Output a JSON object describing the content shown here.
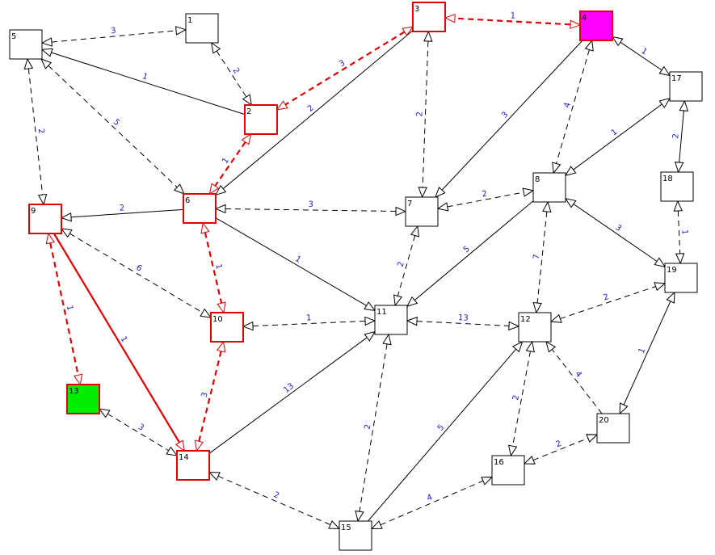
{
  "colors": {
    "edge": "#000000",
    "highlight": "#dd0000",
    "weight_text": "#1a1acc",
    "node_fill": "#ffffff",
    "start_node_fill": "#ff00ff",
    "goal_node_fill": "#00ee00"
  },
  "nodes": [
    {
      "id": "1",
      "fill": "normal",
      "highlight": false
    },
    {
      "id": "2",
      "fill": "normal",
      "highlight": true
    },
    {
      "id": "3",
      "fill": "normal",
      "highlight": true
    },
    {
      "id": "4",
      "fill": "start",
      "highlight": true
    },
    {
      "id": "5",
      "fill": "normal",
      "highlight": false
    },
    {
      "id": "6",
      "fill": "normal",
      "highlight": true
    },
    {
      "id": "7",
      "fill": "normal",
      "highlight": false
    },
    {
      "id": "8",
      "fill": "normal",
      "highlight": false
    },
    {
      "id": "9",
      "fill": "normal",
      "highlight": true
    },
    {
      "id": "10",
      "fill": "normal",
      "highlight": true
    },
    {
      "id": "11",
      "fill": "normal",
      "highlight": false
    },
    {
      "id": "12",
      "fill": "normal",
      "highlight": false
    },
    {
      "id": "13",
      "fill": "goal",
      "highlight": true
    },
    {
      "id": "14",
      "fill": "normal",
      "highlight": true
    },
    {
      "id": "15",
      "fill": "normal",
      "highlight": false
    },
    {
      "id": "16",
      "fill": "normal",
      "highlight": false
    },
    {
      "id": "17",
      "fill": "normal",
      "highlight": false
    },
    {
      "id": "18",
      "fill": "normal",
      "highlight": false
    },
    {
      "id": "19",
      "fill": "normal",
      "highlight": false
    },
    {
      "id": "20",
      "fill": "normal",
      "highlight": false
    }
  ],
  "edges": [
    {
      "from": "5",
      "to": "1",
      "weight": "3",
      "style": "dashed",
      "arrows": "both",
      "highlight": false
    },
    {
      "from": "1",
      "to": "2",
      "weight": "2",
      "style": "dashed",
      "arrows": "both",
      "highlight": false
    },
    {
      "from": "2",
      "to": "5",
      "weight": "1",
      "style": "solid",
      "arrows": "to",
      "highlight": false
    },
    {
      "from": "3",
      "to": "2",
      "weight": "3",
      "style": "dashed",
      "arrows": "both",
      "highlight": true
    },
    {
      "from": "4",
      "to": "3",
      "weight": "1",
      "style": "dashed",
      "arrows": "both",
      "highlight": true
    },
    {
      "from": "3",
      "to": "6",
      "weight": "2",
      "style": "solid",
      "arrows": "to",
      "highlight": false
    },
    {
      "from": "3",
      "to": "7",
      "weight": "2",
      "style": "dashed",
      "arrows": "both",
      "highlight": false
    },
    {
      "from": "4",
      "to": "7",
      "weight": "3",
      "style": "solid",
      "arrows": "to",
      "highlight": false
    },
    {
      "from": "4",
      "to": "8",
      "weight": "4",
      "style": "dashed",
      "arrows": "both",
      "highlight": false
    },
    {
      "from": "4",
      "to": "17",
      "weight": "1",
      "style": "solid",
      "arrows": "both",
      "highlight": false
    },
    {
      "from": "5",
      "to": "9",
      "weight": "2",
      "style": "dashed",
      "arrows": "both",
      "highlight": false
    },
    {
      "from": "5",
      "to": "6",
      "weight": "5",
      "style": "dashed",
      "arrows": "both",
      "highlight": false
    },
    {
      "from": "2",
      "to": "6",
      "weight": "1",
      "style": "dashed",
      "arrows": "both",
      "highlight": true
    },
    {
      "from": "6",
      "to": "9",
      "weight": "2",
      "style": "solid",
      "arrows": "to",
      "highlight": false
    },
    {
      "from": "6",
      "to": "7",
      "weight": "3",
      "style": "dashed",
      "arrows": "both",
      "highlight": false
    },
    {
      "from": "6",
      "to": "10",
      "weight": "1",
      "style": "dashed",
      "arrows": "both",
      "highlight": true
    },
    {
      "from": "6",
      "to": "11",
      "weight": "1",
      "style": "solid",
      "arrows": "to",
      "highlight": false
    },
    {
      "from": "7",
      "to": "8",
      "weight": "2",
      "style": "dashed",
      "arrows": "both",
      "highlight": false
    },
    {
      "from": "7",
      "to": "11",
      "weight": "2",
      "style": "dashed",
      "arrows": "both",
      "highlight": false
    },
    {
      "from": "17",
      "to": "8",
      "weight": "1",
      "style": "solid",
      "arrows": "both",
      "highlight": false
    },
    {
      "from": "8",
      "to": "11",
      "weight": "5",
      "style": "solid",
      "arrows": "to",
      "highlight": false
    },
    {
      "from": "8",
      "to": "12",
      "weight": "7",
      "style": "dashed",
      "arrows": "both",
      "highlight": false
    },
    {
      "from": "8",
      "to": "19",
      "weight": "3",
      "style": "solid",
      "arrows": "both",
      "highlight": false
    },
    {
      "from": "17",
      "to": "18",
      "weight": "2",
      "style": "solid",
      "arrows": "both",
      "highlight": false
    },
    {
      "from": "18",
      "to": "19",
      "weight": "1",
      "style": "dashed",
      "arrows": "both",
      "highlight": false
    },
    {
      "from": "9",
      "to": "10",
      "weight": "6",
      "style": "dashed",
      "arrows": "both",
      "highlight": false
    },
    {
      "from": "9",
      "to": "13",
      "weight": "1",
      "style": "dashed",
      "arrows": "both",
      "highlight": true
    },
    {
      "from": "9",
      "to": "14",
      "weight": "1",
      "style": "solid",
      "arrows": "to",
      "highlight": true
    },
    {
      "from": "10",
      "to": "11",
      "weight": "1",
      "style": "dashed",
      "arrows": "both",
      "highlight": false
    },
    {
      "from": "10",
      "to": "14",
      "weight": "3",
      "style": "dashed",
      "arrows": "both",
      "highlight": true
    },
    {
      "from": "11",
      "to": "12",
      "weight": "13",
      "style": "dashed",
      "arrows": "both",
      "highlight": false
    },
    {
      "from": "14",
      "to": "11",
      "weight": "13",
      "style": "solid",
      "arrows": "to",
      "highlight": false
    },
    {
      "from": "11",
      "to": "15",
      "weight": "2",
      "style": "dashed",
      "arrows": "both",
      "highlight": false
    },
    {
      "from": "12",
      "to": "19",
      "weight": "2",
      "style": "dashed",
      "arrows": "both",
      "highlight": false
    },
    {
      "from": "12",
      "to": "16",
      "weight": "2",
      "style": "dashed",
      "arrows": "both",
      "highlight": false
    },
    {
      "from": "20",
      "to": "12",
      "weight": "4",
      "style": "dashed",
      "arrows": "to",
      "highlight": false
    },
    {
      "from": "19",
      "to": "20",
      "weight": "1",
      "style": "solid",
      "arrows": "both",
      "highlight": false
    },
    {
      "from": "13",
      "to": "14",
      "weight": "3",
      "style": "dashed",
      "arrows": "both",
      "highlight": false
    },
    {
      "from": "14",
      "to": "15",
      "weight": "2",
      "style": "dashed",
      "arrows": "both",
      "highlight": false
    },
    {
      "from": "15",
      "to": "12",
      "weight": "5",
      "style": "solid",
      "arrows": "to",
      "highlight": false
    },
    {
      "from": "15",
      "to": "16",
      "weight": "4",
      "style": "dashed",
      "arrows": "both",
      "highlight": false
    },
    {
      "from": "16",
      "to": "20",
      "weight": "2",
      "style": "dashed",
      "arrows": "both",
      "highlight": false
    }
  ]
}
